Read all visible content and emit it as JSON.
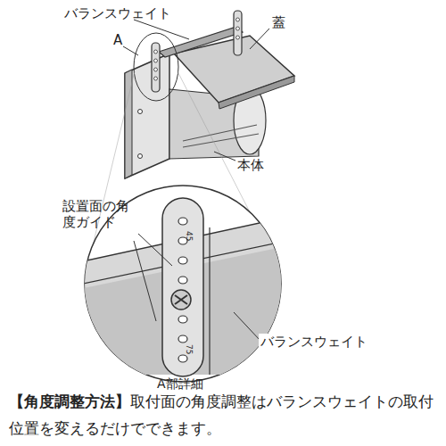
{
  "diagram": {
    "caption": "取付面の角度調整はバランスウェイトの取付位置を変えるだけでできます。",
    "labels": [
      "バランスウェイト",
      "A",
      "蓋",
      "本体",
      "設置面の角度ガイド",
      "45",
      "75",
      "バランスウェイト",
      "A部詳細",
      "【角度調整方法】"
    ]
  }
}
